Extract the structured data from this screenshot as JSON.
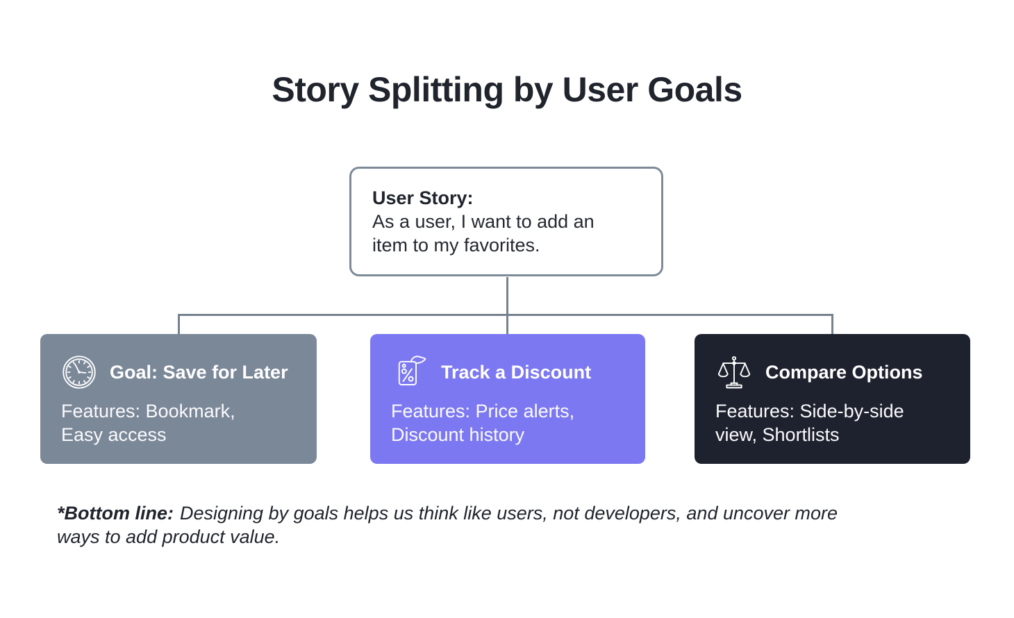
{
  "title": "Story Splitting by User Goals",
  "user_story": {
    "heading": "User Story:",
    "body": "As a user, I want to add an\nitem to my favorites."
  },
  "cards": [
    {
      "icon": "clock-icon",
      "heading": "Goal: Save for Later",
      "features": "Features: Bookmark,\nEasy access",
      "bg_color": "#7B8898"
    },
    {
      "icon": "discount-tag-icon",
      "heading": "Track a Discount",
      "features": "Features: Price alerts,\nDiscount history",
      "bg_color": "#7C78F2"
    },
    {
      "icon": "scales-icon",
      "heading": "Compare Options",
      "features": "Features: Side-by-side\nview, Shortlists",
      "bg_color": "#1E222E"
    }
  ],
  "bottom_line": {
    "label": "*Bottom line:",
    "text": "Designing by goals helps us think like users, not developers, and uncover more ways to add product value."
  },
  "colors": {
    "background": "#FFFFFF",
    "title_text": "#20242C",
    "connector": "#76818E",
    "story_box_border": "#7D8B99",
    "card_text": "#FFFFFF"
  }
}
